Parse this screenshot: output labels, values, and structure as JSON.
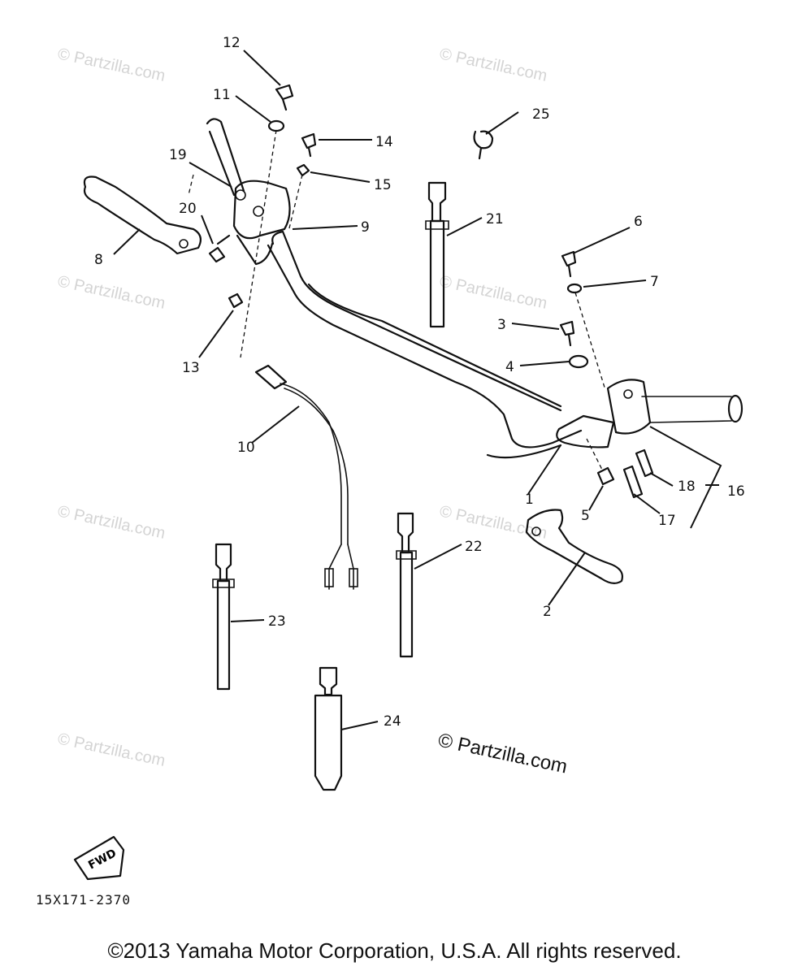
{
  "callouts": {
    "p1": "1",
    "p2": "2",
    "p3": "3",
    "p4": "4",
    "p5": "5",
    "p6": "6",
    "p7": "7",
    "p8": "8",
    "p9": "9",
    "p10": "10",
    "p11": "11",
    "p12": "12",
    "p13": "13",
    "p14": "14",
    "p15": "15",
    "p16": "16",
    "p17": "17",
    "p18": "18",
    "p19": "19",
    "p20": "20",
    "p21": "21",
    "p22": "22",
    "p23": "23",
    "p24": "24",
    "p25": "25"
  },
  "fwd_label": "FWD",
  "diagram_code": "15X171-2370",
  "watermark": "© Partzilla.com",
  "copyright": "©2013 Yamaha Motor Corporation, U.S.A. All rights reserved."
}
